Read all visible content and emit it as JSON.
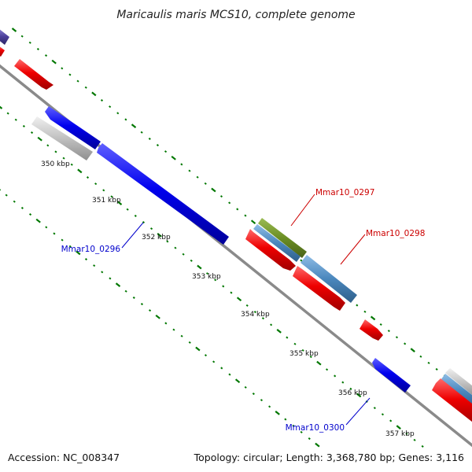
{
  "title": "Maricaulis maris MCS10, complete genome",
  "footer": {
    "accession": "Accession: NC_008347",
    "summary": "Topology: circular; Length: 3,368,780 bp; Genes: 3,116"
  },
  "scale": {
    "unit": "kbp",
    "ticks": [
      "350 kbp",
      "351 kbp",
      "352 kbp",
      "353 kbp",
      "354 kbp",
      "355 kbp",
      "356 kbp",
      "357 kbp"
    ]
  },
  "gene_labels": [
    {
      "text": "Mmar10_0296",
      "color": "#0000cc"
    },
    {
      "text": "Mmar10_0297",
      "color": "#cc0000"
    },
    {
      "text": "Mmar10_0298",
      "color": "#cc0000"
    },
    {
      "text": "Mmar10_0300",
      "color": "#0000cc"
    }
  ],
  "colors": {
    "backbone": "#808080",
    "tick_marks": "#007700",
    "forward_gene": "#ee0000",
    "reverse_gene": "#0000ee",
    "blue_feature": "#4a87bd",
    "green_feature": "#6b8e23",
    "gray_feature": "#c0c0c0",
    "purple_feature": "#4b3f9b"
  }
}
